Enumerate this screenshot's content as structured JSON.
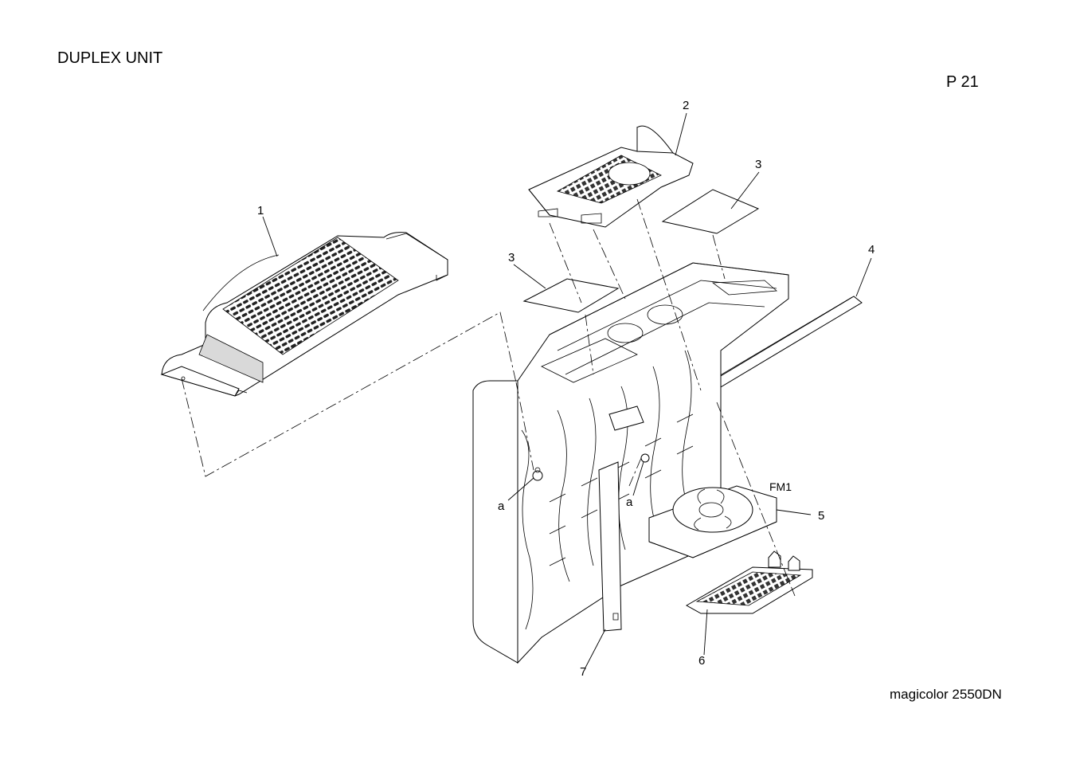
{
  "header": {
    "title": "DUPLEX UNIT",
    "page": "P 21"
  },
  "footer": {
    "model": "magicolor 2550DN"
  },
  "callouts": [
    {
      "id": "1",
      "label": "1"
    },
    {
      "id": "2",
      "label": "2"
    },
    {
      "id": "3a",
      "label": "3"
    },
    {
      "id": "3b",
      "label": "3"
    },
    {
      "id": "4",
      "label": "4"
    },
    {
      "id": "5",
      "label": "5"
    },
    {
      "id": "6",
      "label": "6"
    },
    {
      "id": "7",
      "label": "7"
    },
    {
      "id": "a1",
      "label": "a"
    },
    {
      "id": "a2",
      "label": "a"
    },
    {
      "id": "fm1",
      "label": "FM1"
    }
  ]
}
